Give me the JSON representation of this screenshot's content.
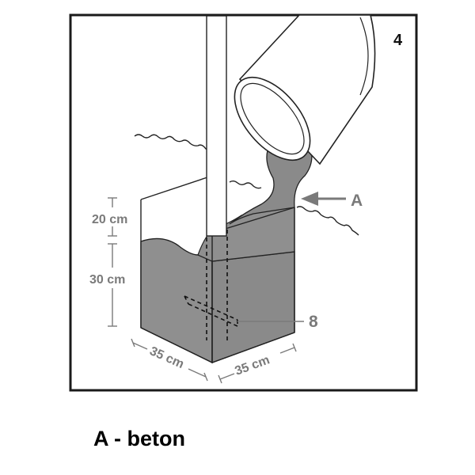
{
  "diagram": {
    "step_number": "4",
    "callout_a": "A",
    "callout_8": "8",
    "dim_top_height": "20 cm",
    "dim_concrete_height": "30 cm",
    "dim_width_left": "35 cm",
    "dim_width_right": "35 cm"
  },
  "caption": "A - beton",
  "colors": {
    "frame": "#1a1a1a",
    "concrete": "#8f8f8f",
    "concrete_dark": "#7d7d7d",
    "label_gray": "#7a7a7a"
  }
}
